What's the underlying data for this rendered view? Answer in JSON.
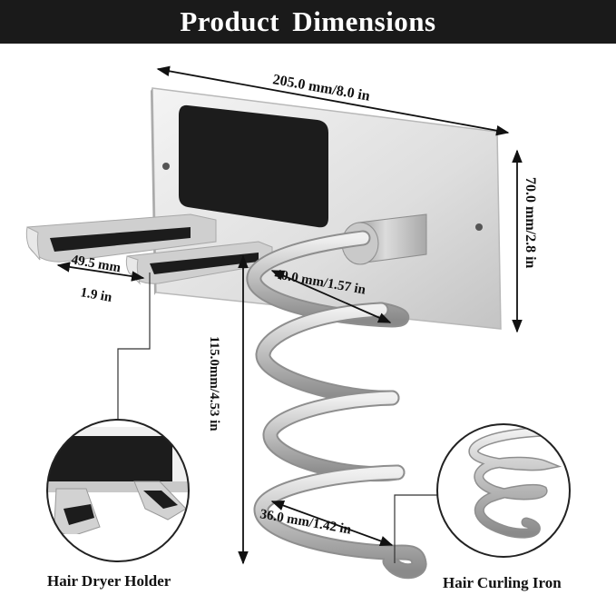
{
  "header": {
    "title": "Product Dimensions"
  },
  "dimensions": {
    "width": "205.0 mm/8.0 in",
    "height": "70.0 mm/2.8 in",
    "hook_length_mm": "49.5 mm",
    "hook_length_in": "1.9 in",
    "spiral_top": "40.0 mm/1.57 in",
    "spiral_height": "115.0mm/4.53 in",
    "spiral_bottom": "36.0 mm/1.42 in"
  },
  "captions": {
    "left": "Hair Dryer Holder",
    "right": "Hair Curling Iron"
  },
  "colors": {
    "header_bg": "#1a1a1a",
    "metal": "#d4d4d4",
    "pad": "#1c1c1c"
  }
}
